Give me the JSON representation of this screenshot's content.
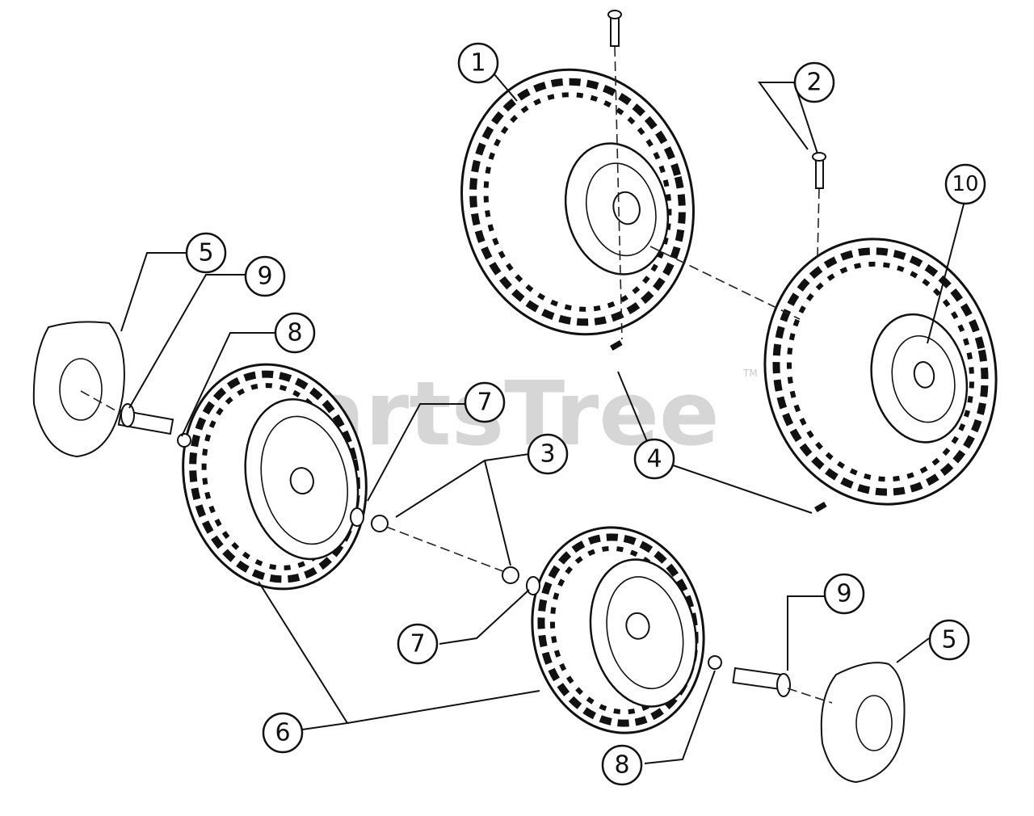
{
  "watermark": {
    "text": "PartsTree",
    "tm": "TM"
  },
  "callouts": [
    {
      "id": "c1",
      "label": "1"
    },
    {
      "id": "c2",
      "label": "2"
    },
    {
      "id": "c10",
      "label": "10"
    },
    {
      "id": "c5a",
      "label": "5"
    },
    {
      "id": "c9a",
      "label": "9"
    },
    {
      "id": "c8a",
      "label": "8"
    },
    {
      "id": "c7a",
      "label": "7"
    },
    {
      "id": "c3",
      "label": "3"
    },
    {
      "id": "c4",
      "label": "4"
    },
    {
      "id": "c7b",
      "label": "7"
    },
    {
      "id": "c6",
      "label": "6"
    },
    {
      "id": "c9b",
      "label": "9"
    },
    {
      "id": "c5b",
      "label": "5"
    },
    {
      "id": "c8b",
      "label": "8"
    }
  ]
}
